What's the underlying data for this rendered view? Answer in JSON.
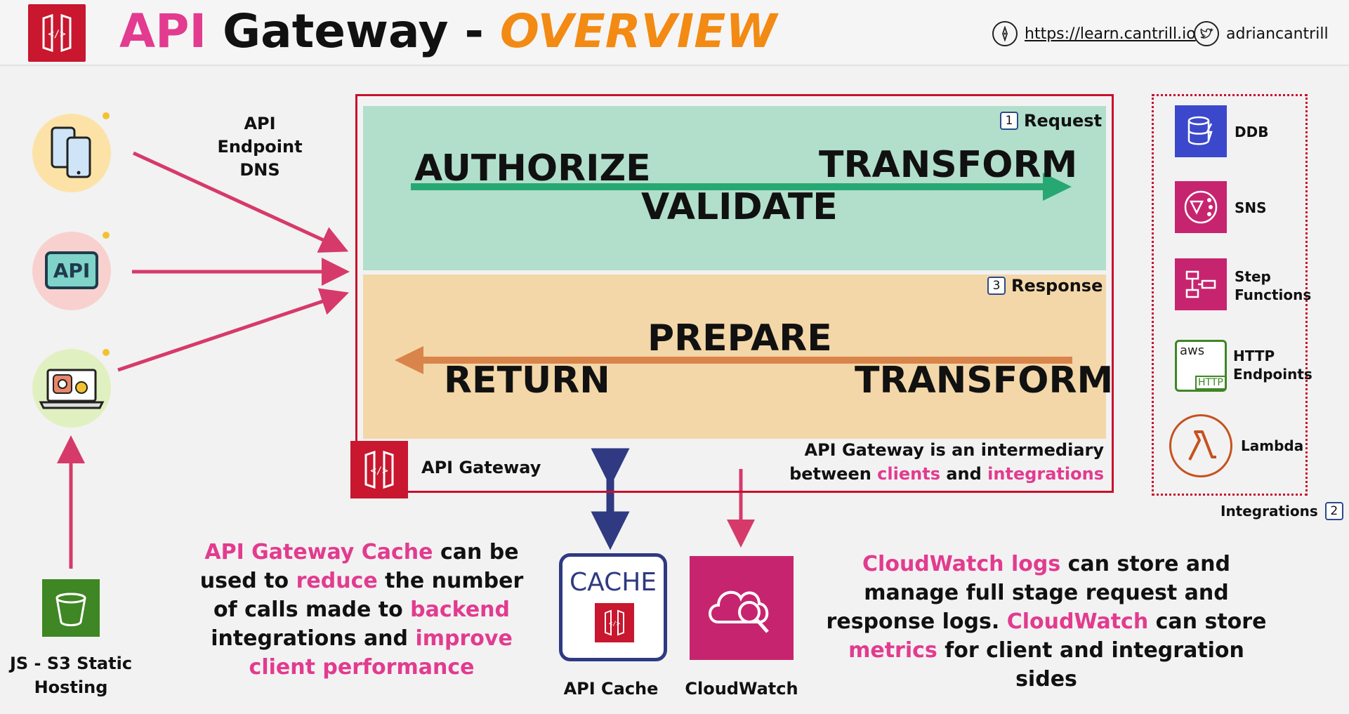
{
  "header": {
    "title_part1": "API",
    "title_part2": "Gateway -",
    "title_part3": "OVERVIEW",
    "link_url": "https://learn.cantrill.io",
    "twitter_handle": "adriancantrill"
  },
  "left": {
    "endpoint_label_line1": "API",
    "endpoint_label_line2": "Endpoint",
    "endpoint_label_line3": "DNS",
    "api_badge": "API",
    "s3_label_line1": "JS - S3 Static",
    "s3_label_line2": "Hosting"
  },
  "gateway": {
    "request_num": "1",
    "request_label": "Request",
    "authorize": "AUTHORIZE",
    "transform_req": "TRANSFORM",
    "validate": "VALIDATE",
    "response_num": "3",
    "response_label": "Response",
    "prepare": "PREPARE",
    "return": "RETURN",
    "transform_resp": "TRANSFORM",
    "name": "API Gateway",
    "desc_line1": "API Gateway is an intermediary",
    "desc_line2_a": "between ",
    "desc_line2_b": "clients",
    "desc_line2_c": " and ",
    "desc_line2_d": "integrations"
  },
  "integrations": {
    "items": [
      {
        "label_line1": "DDB",
        "label_line2": ""
      },
      {
        "label_line1": "SNS",
        "label_line2": ""
      },
      {
        "label_line1": "Step",
        "label_line2": "Functions"
      },
      {
        "label_line1": "HTTP",
        "label_line2": "Endpoints"
      },
      {
        "label_line1": "Lambda",
        "label_line2": ""
      }
    ],
    "label": "Integrations",
    "num": "2",
    "aws_text": "aws",
    "http_text": "HTTP"
  },
  "cache": {
    "icon_text": "CACHE",
    "label": "API Cache",
    "para_a": "API Gateway Cache",
    "para_b": " can be",
    "para_c": "used to ",
    "para_d": "reduce",
    "para_e": " the number",
    "para_f": "of calls made to ",
    "para_g": "backend",
    "para_h": "integrations and ",
    "para_i": "improve",
    "para_j": "client performance"
  },
  "cloudwatch": {
    "label": "CloudWatch",
    "para_a": "CloudWatch logs",
    "para_b": " can store and",
    "para_c": "manage full stage request and",
    "para_d": "response logs. ",
    "para_e": "CloudWatch",
    "para_f": " can store",
    "para_g": "metrics",
    "para_h": " for client and integration sides"
  },
  "colors": {
    "aws_red": "#c8172e",
    "pink": "#e23b8f",
    "orange": "#f28a13",
    "request_green": "#b1dfcb",
    "response_peach": "#f4d7a8",
    "arrow_green": "#27a872",
    "arrow_orange": "#d9844a",
    "arrow_pink": "#d63a6a",
    "cache_navy": "#2f3a82"
  }
}
